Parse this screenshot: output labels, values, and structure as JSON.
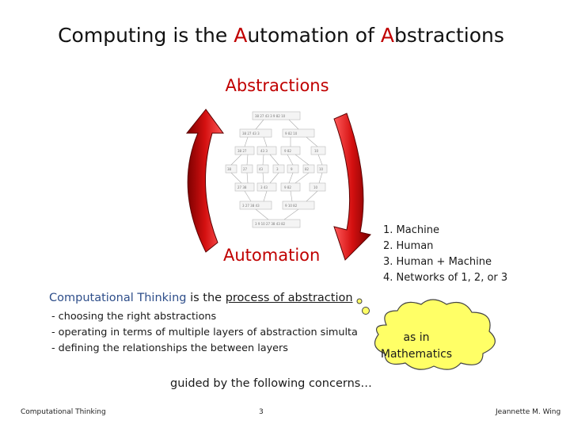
{
  "slide": {
    "title": {
      "part1": "Computing is the ",
      "highlight1": "A",
      "part2": "utomation of ",
      "highlight2": "A",
      "part3": "bstractions"
    },
    "abstractions_label": "Abstractions",
    "automation_label": "Automation",
    "machine_list": [
      "1. Machine",
      "2. Human",
      "3. Human + Machine",
      "4. Networks of 1, 2, or 3"
    ],
    "ct_line": {
      "term": "Computational Thinking",
      "middle": " is the ",
      "process": "process of abstraction"
    },
    "bullets": [
      "- choosing the right abstractions",
      "- operating in terms of multiple layers of abstraction simulta",
      "- defining the relationships the between layers"
    ],
    "cloud": {
      "line1": "as in",
      "line2": "Mathematics"
    },
    "guided": "guided by the following concerns…",
    "footer": {
      "left": "Computational Thinking",
      "page": "3",
      "right": "Jeannette M. Wing"
    },
    "colors": {
      "accent_red": "#c00000",
      "term_blue": "#2e4e8a",
      "cloud_fill": "#ffff66"
    }
  }
}
